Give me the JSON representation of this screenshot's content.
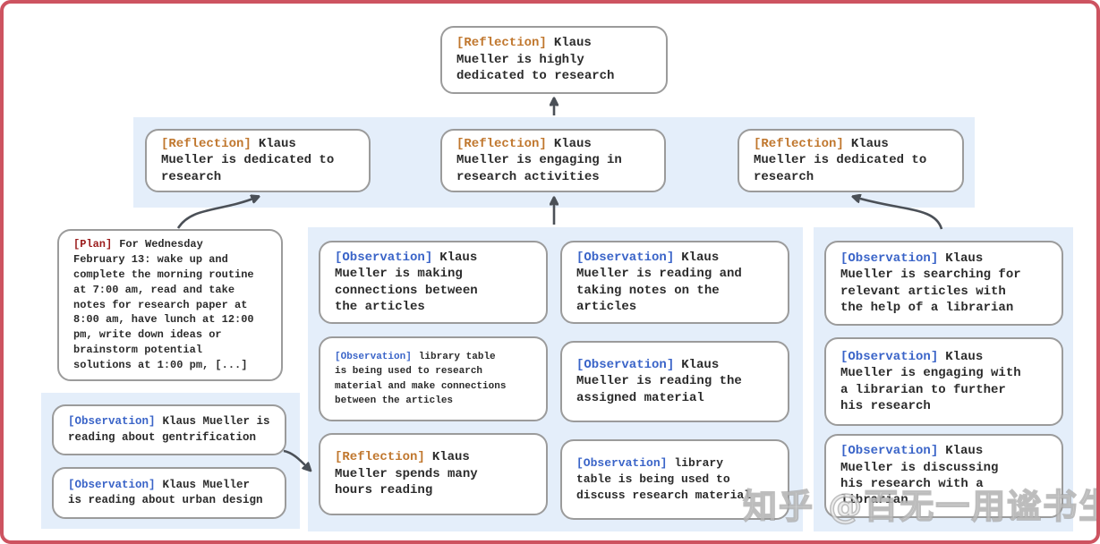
{
  "colors": {
    "reflection": "#c0772e",
    "observation": "#3a64c8",
    "plan": "#9b1c1c",
    "band": "#e4eefa",
    "frame": "#cd5360",
    "arrow": "#4b5057"
  },
  "watermark": "知乎 @百无一用谧书生",
  "nodes": {
    "top": {
      "tag": "[Reflection]",
      "text": "Klaus\nMueller is highly\ndedicated to research"
    },
    "r2_left": {
      "tag": "[Reflection]",
      "text": "Klaus\nMueller is dedicated to\nresearch"
    },
    "r2_mid": {
      "tag": "[Reflection]",
      "text": "Klaus\nMueller is engaging in\nresearch activities"
    },
    "r2_right": {
      "tag": "[Reflection]",
      "text": "Klaus\nMueller is dedicated to\nresearch"
    },
    "plan": {
      "tag": "[Plan]",
      "text": "For Wednesday\nFebruary 13: wake up and\ncomplete the morning routine\nat 7:00 am, read and take\nnotes for research paper at\n8:00 am, have lunch at 12:00\npm, write down ideas or\nbrainstorm potential\nsolutions at 1:00 pm, [...]"
    },
    "obs_gent": {
      "tag": "[Observation]",
      "text": "Klaus Mueller is\nreading about gentrification"
    },
    "obs_urban": {
      "tag": "[Observation]",
      "text": "Klaus Mueller\nis reading about urban design"
    },
    "obs_conn": {
      "tag": "[Observation]",
      "text": "Klaus\nMueller is making\nconnections between\nthe articles"
    },
    "obs_tblres": {
      "tag": "[Observation]",
      "text": "library table\nis being used to research\nmaterial and make connections\nbetween the articles"
    },
    "refl_hours": {
      "tag": "[Reflection]",
      "text": "Klaus\nMueller spends many\nhours reading"
    },
    "obs_notes": {
      "tag": "[Observation]",
      "text": "Klaus\nMueller is reading and\ntaking notes on the\narticles"
    },
    "obs_assign": {
      "tag": "[Observation]",
      "text": "Klaus\nMueller is reading the\nassigned material"
    },
    "obs_tbldis": {
      "tag": "[Observation]",
      "text": "library\ntable is being used to\ndiscuss research material"
    },
    "obs_search": {
      "tag": "[Observation]",
      "text": "Klaus\nMueller is searching for\nrelevant articles with\nthe help of a librarian"
    },
    "obs_engage": {
      "tag": "[Observation]",
      "text": "Klaus\nMueller is engaging with\na librarian to further\nhis research"
    },
    "obs_discuss": {
      "tag": "[Observation]",
      "text": "Klaus\nMueller is discussing\nhis research with a\nlibrarian"
    }
  }
}
